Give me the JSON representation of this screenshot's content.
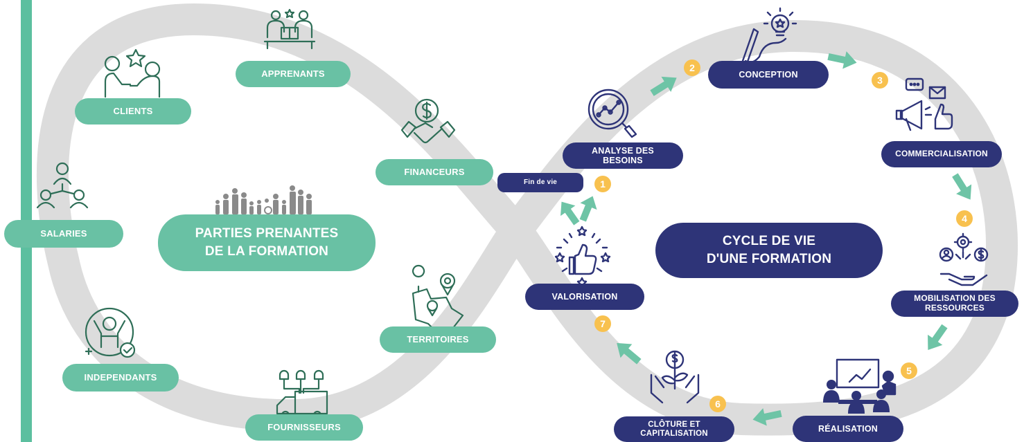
{
  "colors": {
    "green": "#69c1a4",
    "dark_green": "#2e6e57",
    "navy": "#2e3478",
    "gray_track": "#d9d9d9",
    "yellow": "#f8c14f",
    "arrow": "#6ec4a6",
    "sidebar": "#5cbf9f"
  },
  "left": {
    "title_line1": "PARTIES PRENANTES",
    "title_line2": "DE LA FORMATION",
    "stakeholders": {
      "apprenants": "APPRENANTS",
      "clients": "CLIENTS",
      "financeurs": "FINANCEURS",
      "salaries": "SALARIES",
      "territoires": "TERRITOIRES",
      "independants": "INDEPENDANTS",
      "fournisseurs": "FOURNISSEURS"
    }
  },
  "right": {
    "title_line1": "CYCLE DE VIE",
    "title_line2": "D'UNE FORMATION",
    "fin_de_vie": "Fin de vie",
    "steps": {
      "s1": {
        "num": "1",
        "label_line1": "ANALYSE DES",
        "label_line2": "BESOINS"
      },
      "s2": {
        "num": "2",
        "label": "CONCEPTION"
      },
      "s3": {
        "num": "3",
        "label": "COMMERCIALISATION"
      },
      "s4": {
        "num": "4",
        "label_line1": "MOBILISATION DES",
        "label_line2": "RESSOURCES"
      },
      "s5": {
        "num": "5",
        "label": "RÉALISATION"
      },
      "s6": {
        "num": "6",
        "label_line1": "CLÔTURE ET",
        "label_line2": "CAPITALISATION"
      },
      "s7": {
        "num": "7",
        "label": "VALORISATION"
      }
    }
  },
  "icons": [
    "learners-icon",
    "clients-handshake-icon",
    "funders-handshake-icon",
    "employees-network-icon",
    "family-group-icon",
    "territory-map-icon",
    "independent-person-icon",
    "supplier-truck-icon",
    "analysis-magnifier-icon",
    "lightbulb-pencil-icon",
    "megaphone-icon",
    "resources-hand-icon",
    "meeting-presentation-icon",
    "money-plant-icon",
    "thumbs-up-stars-icon"
  ]
}
